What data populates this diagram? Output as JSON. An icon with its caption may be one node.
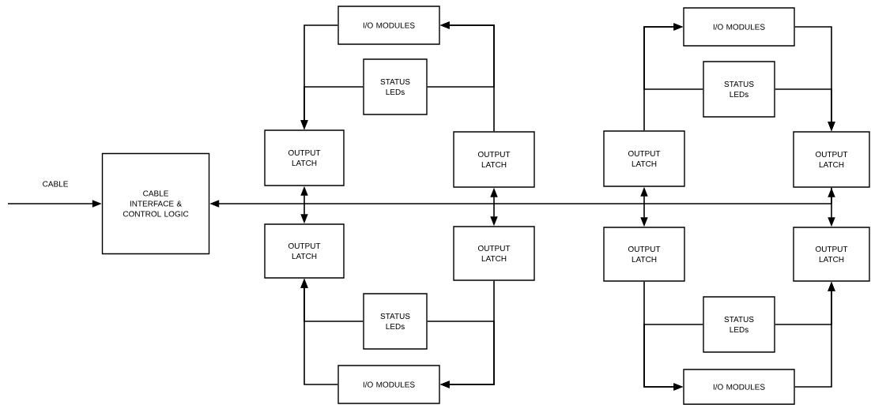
{
  "diagram": {
    "nodes": [
      {
        "text": [
          "CABLE INTERFACE & CONTROL LOGIC"
        ]
      },
      {
        "text": [
          "I/O MODULES"
        ]
      },
      {
        "text": [
          "STATUS LEDs"
        ]
      },
      {
        "text": [
          "OUTPUT LATCH"
        ]
      },
      {
        "text": [
          "OUTPUT LATCH"
        ]
      },
      {
        "text": [
          "OUTPUT LATCH"
        ]
      },
      {
        "text": [
          "OUTPUT LATCH"
        ]
      },
      {
        "text": [
          "STATUS LEDs"
        ]
      },
      {
        "text": [
          "I/O MODULES"
        ]
      },
      {
        "text": [
          "I/O MODULES"
        ]
      },
      {
        "text": [
          "STATUS LEDs"
        ]
      },
      {
        "text": [
          "OUTPUT LATCH"
        ]
      },
      {
        "text": [
          "OUTPUT LATCH"
        ]
      },
      {
        "text": [
          "OUTPUT LATCH"
        ]
      },
      {
        "text": [
          "OUTPUT LATCH"
        ]
      },
      {
        "text": [
          "STATUS LEDs"
        ]
      },
      {
        "text": [
          "I/O MODULES"
        ]
      }
    ],
    "edges": [
      {
        "from": null,
        "to": 0,
        "arrow": "to",
        "label": "CABLE"
      },
      {
        "from": 12,
        "to": 0,
        "arrow": "to"
      },
      {
        "from": 3,
        "to": 5,
        "arrow": "both"
      },
      {
        "from": 4,
        "to": 6,
        "arrow": "both"
      },
      {
        "from": 11,
        "to": 13,
        "arrow": "both"
      },
      {
        "from": 12,
        "to": 14,
        "arrow": "both"
      },
      {
        "from": 1,
        "to": 3,
        "arrow": "to"
      },
      {
        "from": 2,
        "to": 3,
        "arrow": "to"
      },
      {
        "from": 4,
        "to": 1,
        "arrow": "to"
      },
      {
        "from": 2,
        "to": 1,
        "arrow": "to"
      },
      {
        "from": 8,
        "to": 5,
        "arrow": "to"
      },
      {
        "from": 7,
        "to": 5,
        "arrow": "to"
      },
      {
        "from": 6,
        "to": 8,
        "arrow": "to"
      },
      {
        "from": 7,
        "to": 8,
        "arrow": "to"
      },
      {
        "from": 11,
        "to": 9,
        "arrow": "to"
      },
      {
        "from": 10,
        "to": 9,
        "arrow": "to"
      },
      {
        "from": 9,
        "to": 12,
        "arrow": "to"
      },
      {
        "from": 10,
        "to": 12,
        "arrow": "to"
      },
      {
        "from": 13,
        "to": 16,
        "arrow": "to"
      },
      {
        "from": 15,
        "to": 16,
        "arrow": "to"
      },
      {
        "from": 16,
        "to": 14,
        "arrow": "to"
      },
      {
        "from": 15,
        "to": 14,
        "arrow": "to"
      }
    ]
  }
}
